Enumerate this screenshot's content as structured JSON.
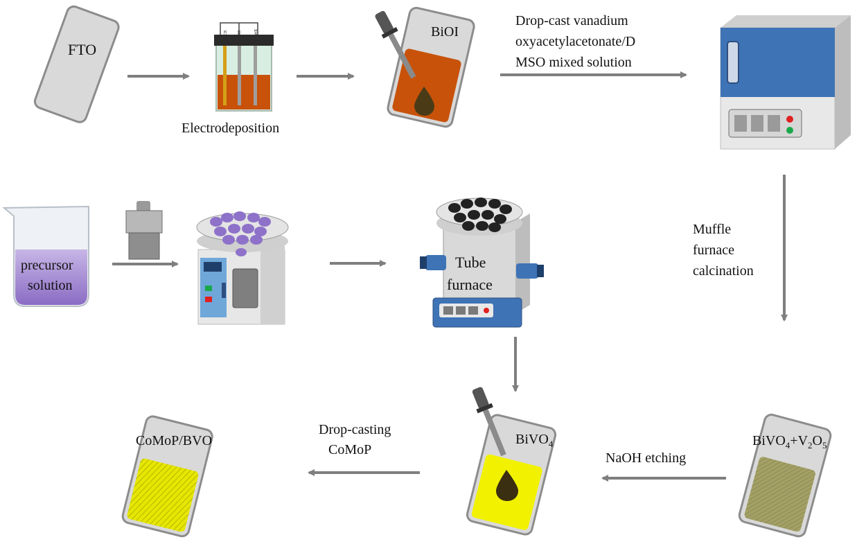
{
  "colors": {
    "arrow": "#7f7f7f",
    "slide_glass": "#d9d9d9",
    "bioi_fill": "#c8520a",
    "bivo4_fill": "#f2f200",
    "bivo4_v2o5_fill": "#a3a066",
    "comop_fill": "#e6e600",
    "muffle_body": "#3e73b5",
    "precursor_liquid": "#9b7fcf",
    "pellet_purple": "#8e72c9",
    "pellet_black": "#222222",
    "electrolyte": "#c8520a"
  },
  "labels": {
    "fto": "FTO",
    "electrodeposition": "Electrodeposition",
    "bioi": "BiOI",
    "dropcast_line1": "Drop-cast vanadium",
    "dropcast_line2": "oxyacetylacetonate/D",
    "dropcast_line3": "MSO mixed solution",
    "muffle_line1": "Muffle",
    "muffle_line2": "furnace",
    "muffle_line3": "calcination",
    "bivo4_v2o5_a": "BiVO",
    "bivo4_v2o5_sub1": "4",
    "bivo4_v2o5_b": "+V",
    "bivo4_v2o5_sub2": "2",
    "bivo4_v2o5_c": "O",
    "bivo4_v2o5_sub3": "5",
    "naoh_etching": "NaOH etching",
    "bivo4_a": "BiVO",
    "bivo4_sub": "4",
    "dropcasting_line1": "Drop-casting",
    "dropcasting_line2": "CoMoP",
    "comop_bvo": "CoMoP/BVO",
    "precursor_line1": "precursor",
    "precursor_line2": "solution",
    "tube_line1": "Tube",
    "tube_line2": "furnace",
    "cell_label_1": "CE",
    "cell_label_2": "RE",
    "cell_label_3": "WE"
  },
  "icons": [
    "fto-slide-icon",
    "electrodeposition-cell-icon",
    "dropper-icon",
    "muffle-furnace-icon",
    "beaker-icon",
    "press-weight-icon",
    "autoclave-oven-icon",
    "tube-furnace-icon"
  ]
}
